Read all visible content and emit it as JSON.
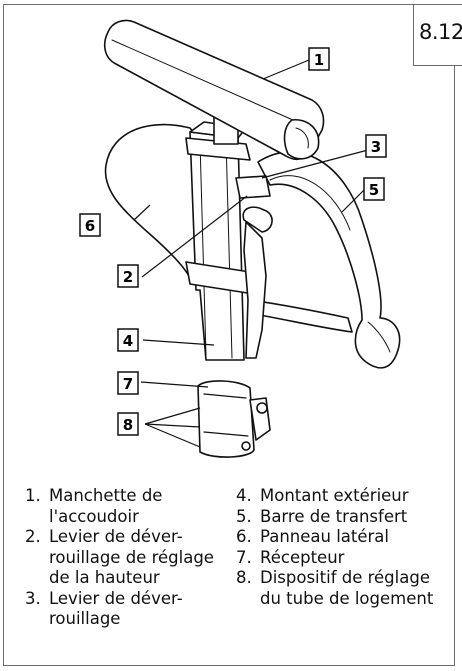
{
  "section_number": "8.12",
  "callouts": [
    "1",
    "2",
    "3",
    "4",
    "5",
    "6",
    "7",
    "8"
  ],
  "legend": [
    {
      "num": "1.",
      "text": "Manchette de l'accoudoir"
    },
    {
      "num": "2.",
      "text": "Levier de déver-rouillage de réglage de la hauteur"
    },
    {
      "num": "3.",
      "text": "Levier de déver-rouillage"
    },
    {
      "num": "4.",
      "text": "Montant extérieur"
    },
    {
      "num": "5.",
      "text": "Barre de transfert"
    },
    {
      "num": "6.",
      "text": "Panneau latéral"
    },
    {
      "num": "7.",
      "text": "Récepteur"
    },
    {
      "num": "8.",
      "text": "Dispositif de réglage du tube de logement"
    }
  ]
}
